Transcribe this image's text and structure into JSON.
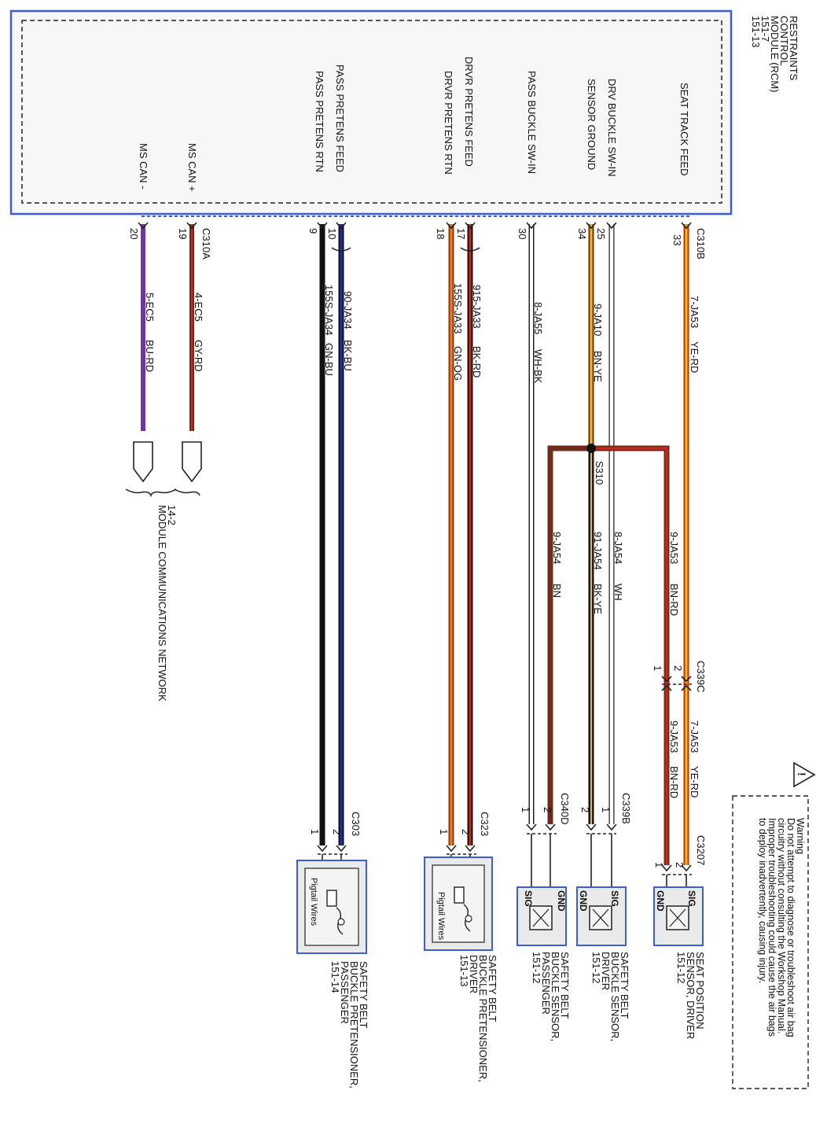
{
  "module": {
    "lines": [
      "RESTRAINTS",
      "CONTROL",
      "MODULE (RCM)",
      "151-7",
      "151-13"
    ],
    "pins": {
      "seat_track_feed": "SEAT TRACK FEED",
      "drv_buckle_sw_in": "DRV BUCKLE SW-IN",
      "sensor_ground": "SENSOR GROUND",
      "pass_buckle_sw_in": "PASS BUCKLE SW-IN",
      "drvr_pretens_feed": "DRVR PRETENS FEED",
      "drvr_pretens_rtn": "DRVR PRETENS RTN",
      "pass_pretens_feed": "PASS PRETENS FEED",
      "pass_pretens_rtn": "PASS PRETENS RTN",
      "ms_can_plus": "MS CAN +",
      "ms_can_minus": "MS CAN -"
    }
  },
  "connectors": {
    "c310b": "C310B",
    "c310a": "C310A",
    "c339c": "C339C",
    "c3207": "C3207",
    "c339b": "C339B",
    "c340d": "C340D",
    "c323": "C323",
    "c303": "C303"
  },
  "pin_numbers": {
    "p33": "33",
    "p25": "25",
    "p34": "34",
    "p30": "30",
    "p17": "17",
    "p18": "18",
    "p10": "10",
    "p9": "9",
    "p19": "19",
    "p20": "20",
    "c339c_2": "2",
    "c339c_1": "1",
    "c3207_2": "2",
    "c3207_1": "1",
    "c339b_1": "1",
    "c339b_2": "2",
    "c340d_2": "2",
    "c340d_1": "1",
    "c323_2": "2",
    "c323_1": "1",
    "c303_2": "2",
    "c303_1": "1"
  },
  "wires": {
    "w_7ja53": "7-JA53",
    "w_yerd": "YE-RD",
    "w_9ja10": "9-JA10",
    "w_bnye": "BN-YE",
    "w_8ja55": "8-JA55",
    "w_whbk": "WH-BK",
    "w_915sja33": "915-JA33",
    "w_bkrd": "BK-RD",
    "w_155sja33": "155S-JA33",
    "w_gnog": "GN-OG",
    "w_90ja34": "90-JA34",
    "w_bkbu": "BK-BU",
    "w_155sja34": "155S-JA34",
    "w_gnbu": "GN-BU",
    "w_4ec5": "4-EC5",
    "w_gyrd": "GY-RD",
    "w_5ec5": "5-EC5",
    "w_burd": "BU-RD",
    "w_9ja53": "9-JA53",
    "w_bnrd": "BN-RD",
    "w_8ja54": "8-JA54",
    "w_wh": "WH",
    "w_91ja54": "91-JA54",
    "w_bkye": "BK-YE",
    "w_9ja54": "9-JA54",
    "w_bn": "BN",
    "w_7ja53b": "7-JA53",
    "w_yerd_b": "YE-RD",
    "w_9ja53b": "9-JA53",
    "w_bnrd_b": "BN-RD"
  },
  "splice": "S310",
  "network": {
    "ref": "14-2",
    "label": "MODULE COMMUNICATIONS NETWORK"
  },
  "components": {
    "seat_position": [
      "SEAT POSITION",
      "SENSOR, DRIVER",
      "151-12"
    ],
    "buckle_driver": [
      "SAFETY BELT",
      "BUCKLE SENSOR,",
      "DRIVER",
      "151-12"
    ],
    "buckle_passenger": [
      "SAFETY BELT",
      "BUCKLE SENSOR,",
      "PASSENGER",
      "151-12"
    ],
    "pretensioner_driver": [
      "SAFETY BELT",
      "BUCKLE PRETENSIONER,",
      "DRIVER",
      "151-13"
    ],
    "pretensioner_passenger": [
      "SAFETY BELT",
      "BUCKLE PRETENSIONER,",
      "PASSENGER",
      "151-14"
    ]
  },
  "terminals": {
    "sig": "SIG",
    "gnd": "GND",
    "pigtail": "Pigtail Wires"
  },
  "warning": {
    "icon": "warning-triangle-icon",
    "lines": [
      "Warning",
      "Do not attempt to diagnose or troubleshoot air bag",
      "circuitry without consulting the Workshop Manual.",
      "Improper troubleshooting could cause the air bags",
      "to deploy inadvertently, causing injury."
    ]
  },
  "colors": {
    "module_border": "#3d5be0",
    "ye": "#f2c200",
    "rd": "#c8281e",
    "bn": "#6e2b1c",
    "bk": "#111111",
    "wh": "#ffffff",
    "og": "#f07c1e",
    "bu": "#2030b0",
    "gy": "#8a8a8a",
    "pu": "#7a2ea8"
  }
}
